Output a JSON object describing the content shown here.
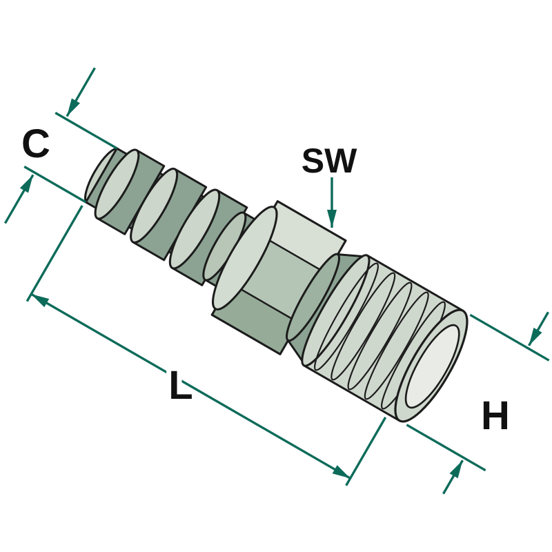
{
  "labels": {
    "c": "C",
    "sw": "SW",
    "l": "L",
    "h": "H"
  },
  "colors": {
    "dimension": "#0d6b5a",
    "outline": "#1c1c1c",
    "body_dark": "#8ca394",
    "body_groove": "#7b9082",
    "body_mid": "#b5c5b5",
    "body_light": "#cfd8cd",
    "hex_top_face": "#d8e0d6",
    "hex_bottom_face": "#96ac99",
    "end_face_inner": "#e9ece6",
    "background": "#ffffff"
  }
}
